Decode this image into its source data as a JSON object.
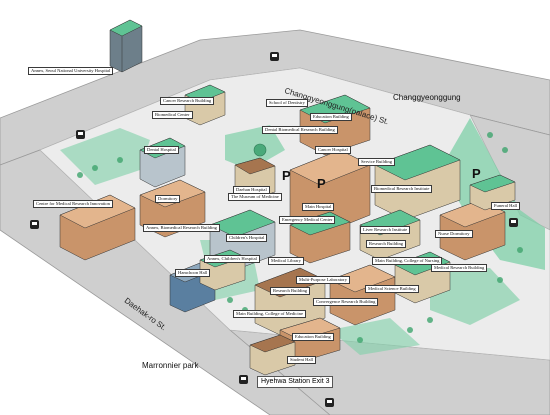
{
  "streets": {
    "north": "Changgyeonggung(palace) St.",
    "west": "Daehak-ro St."
  },
  "areas": {
    "palace": "Changgyeonggung",
    "park": "Marronnier park",
    "exit": "Hyehwa Station Exit 3"
  },
  "parking": "P",
  "labels": {
    "annex_snuh": "Annex, Seoul National University Hospital",
    "cancer_research": "Cancer Research Building",
    "biomedical_center": "Biomedical Center",
    "school_dentistry": "School of Dentistry",
    "education_building_top": "Education Building",
    "dental_biomedical": "Dental Biomedical Research Building",
    "cancer_hospital": "Cancer Hospital",
    "service_building": "Service Building",
    "dental_hospital": "Dental Hospital",
    "biomedical_research_inst": "Biomedical Research Institute",
    "funeral_hall": "Funeral Hall",
    "centre_medical_research": "Centre for Medical Research Innovation",
    "dormitory": "Dormitory",
    "daehan_hospital": "Daehan Hospital",
    "museum_medicine": "The Museum of Medicine",
    "main_hospital": "Main Hospital",
    "emergency_center": "Emergency Medical Center",
    "nurse_dormitory": "Nurse Dormitory",
    "annex_biomedical": "Annex, Biomedical Research Building",
    "childrens_hospital": "Children's Hospital",
    "liver_research": "Liver Research Institute",
    "research_building": "Research Building",
    "annex_childrens": "Annex, Children's Hospital",
    "medical_library": "Medical Library",
    "main_bldg_nursing": "Main Building, College of Nursing",
    "hamchoon_hall": "Hamchoon Hall",
    "multipurpose_lab": "Multi-Purpose Laboratory",
    "medical_research_bldg": "Medical Research Building",
    "research_building_2": "Research Building",
    "medical_science_bldg": "Medical Science Building",
    "convergence_research": "Convergence Research Building",
    "main_bldg_medicine": "Main Building, College of Medicine",
    "education_building": "Education Building",
    "student_hall": "Student Hall"
  },
  "colors": {
    "road": "#cfcfcf",
    "road_edge": "#9a9a9a",
    "campus_ground": "#ececec",
    "green": "#7fd0a8",
    "roof_green": "#5fc394",
    "brick": "#c9946a",
    "stone": "#d9c9a8",
    "building_blue": "#5a7fa0"
  }
}
